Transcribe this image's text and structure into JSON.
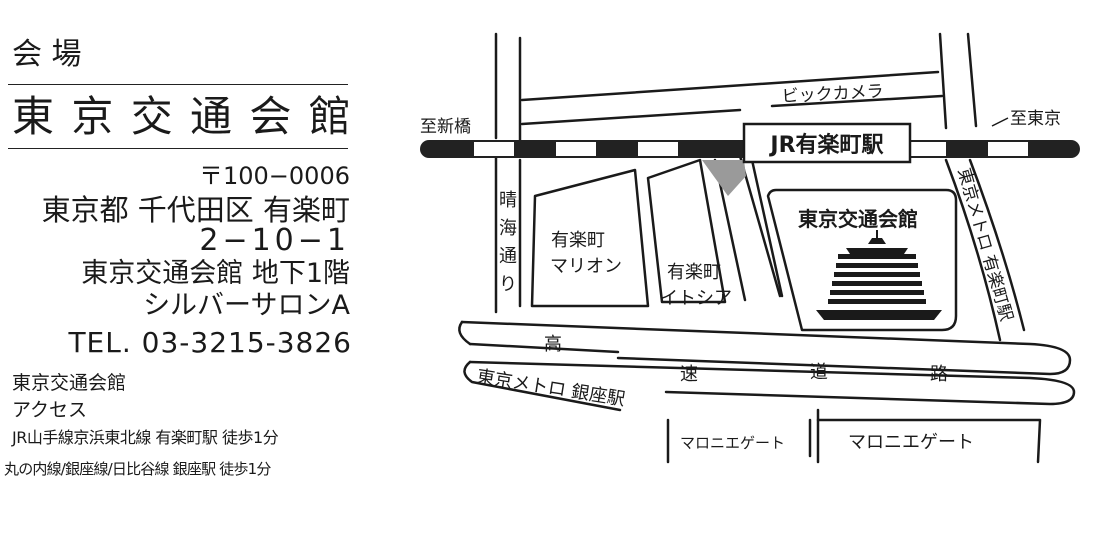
{
  "venue": {
    "heading": "会 場",
    "name": "東 京 交 通 会 館",
    "postal": "〒100−0006",
    "address_line1": "東京都 千代田区 有楽町",
    "address_line2": "2−10−1",
    "address_line3": "東京交通会館 地下1階",
    "address_line4": "シルバーサロンA",
    "tel": "TEL. 03-3215-3826"
  },
  "access": {
    "title_line1": "東京交通会館",
    "title_line2": "アクセス",
    "route1": "JR山手線京浜東北線 有楽町駅 徒歩1分",
    "route2": "丸の内線/銀座線/日比谷線 銀座駅 徒歩1分"
  },
  "map": {
    "station": "JR有楽町駅",
    "to_shinbashi": "至新橋",
    "to_tokyo": "至東京",
    "bic_camera": "ビックカメラ",
    "harumi_dori": [
      "晴",
      "海",
      "通",
      "り"
    ],
    "marion": [
      "有楽町",
      "マリオン"
    ],
    "itocia": [
      "有楽町",
      "イトシア"
    ],
    "kotsu_kaikan": "東京交通会館",
    "metro_yurakucho": "東京メトロ 有楽町駅",
    "expressway": [
      "高",
      "速",
      "道",
      "路"
    ],
    "metro_ginza": "東京メトロ 銀座駅",
    "marronnier_gate_1": "マロニエゲート",
    "marronnier_gate_2": "マロニエゲート"
  },
  "colors": {
    "ink": "#1a1a1a",
    "rail_dark": "#222222",
    "shade": "#9a9a9a"
  }
}
